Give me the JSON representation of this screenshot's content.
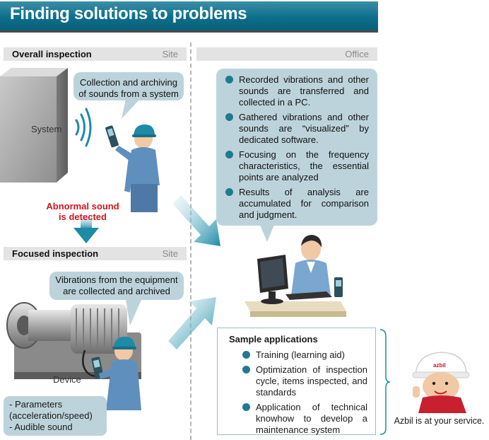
{
  "header": {
    "title": "Finding solutions to problems"
  },
  "sections": {
    "overall": {
      "label": "Overall inspection",
      "tag": "Site"
    },
    "office": {
      "tag": "Office"
    },
    "focused": {
      "label": "Focused inspection",
      "tag": "Site"
    }
  },
  "overall": {
    "bubble": "Collection and archiving of sounds from a system",
    "system_label": "System",
    "alert_line1": "Abnormal sound",
    "alert_line2": "is detected"
  },
  "office": {
    "items": [
      "Recorded vibrations and other sounds are transferred and collected in a PC.",
      "Gathered vibrations and other sounds are “visualized” by dedicated software.",
      "Focusing on the frequency characteristics, the essential points are analyzed",
      "Results of analysis are accumulated for comparison and judgment."
    ]
  },
  "focused": {
    "bubble": "Vibrations from the equipment are collected and archived",
    "device_label": "Device",
    "notes": [
      "- Parameters",
      "(acceleration/speed)",
      "- Audible sound"
    ]
  },
  "samples": {
    "title": "Sample applications",
    "items": [
      "Training (learning aid)",
      "Optimization of inspection cycle, items inspected, and standards",
      "Application of technical knowhow to develop a maintenance system"
    ]
  },
  "mascot": {
    "caption": "Azbil is at your service.",
    "helmet_text": "azbil"
  },
  "colors": {
    "banner": "#0d6f8c",
    "bubble": "#bdd3db",
    "arrow": "#1d8aa6",
    "alert": "#d4141b"
  }
}
